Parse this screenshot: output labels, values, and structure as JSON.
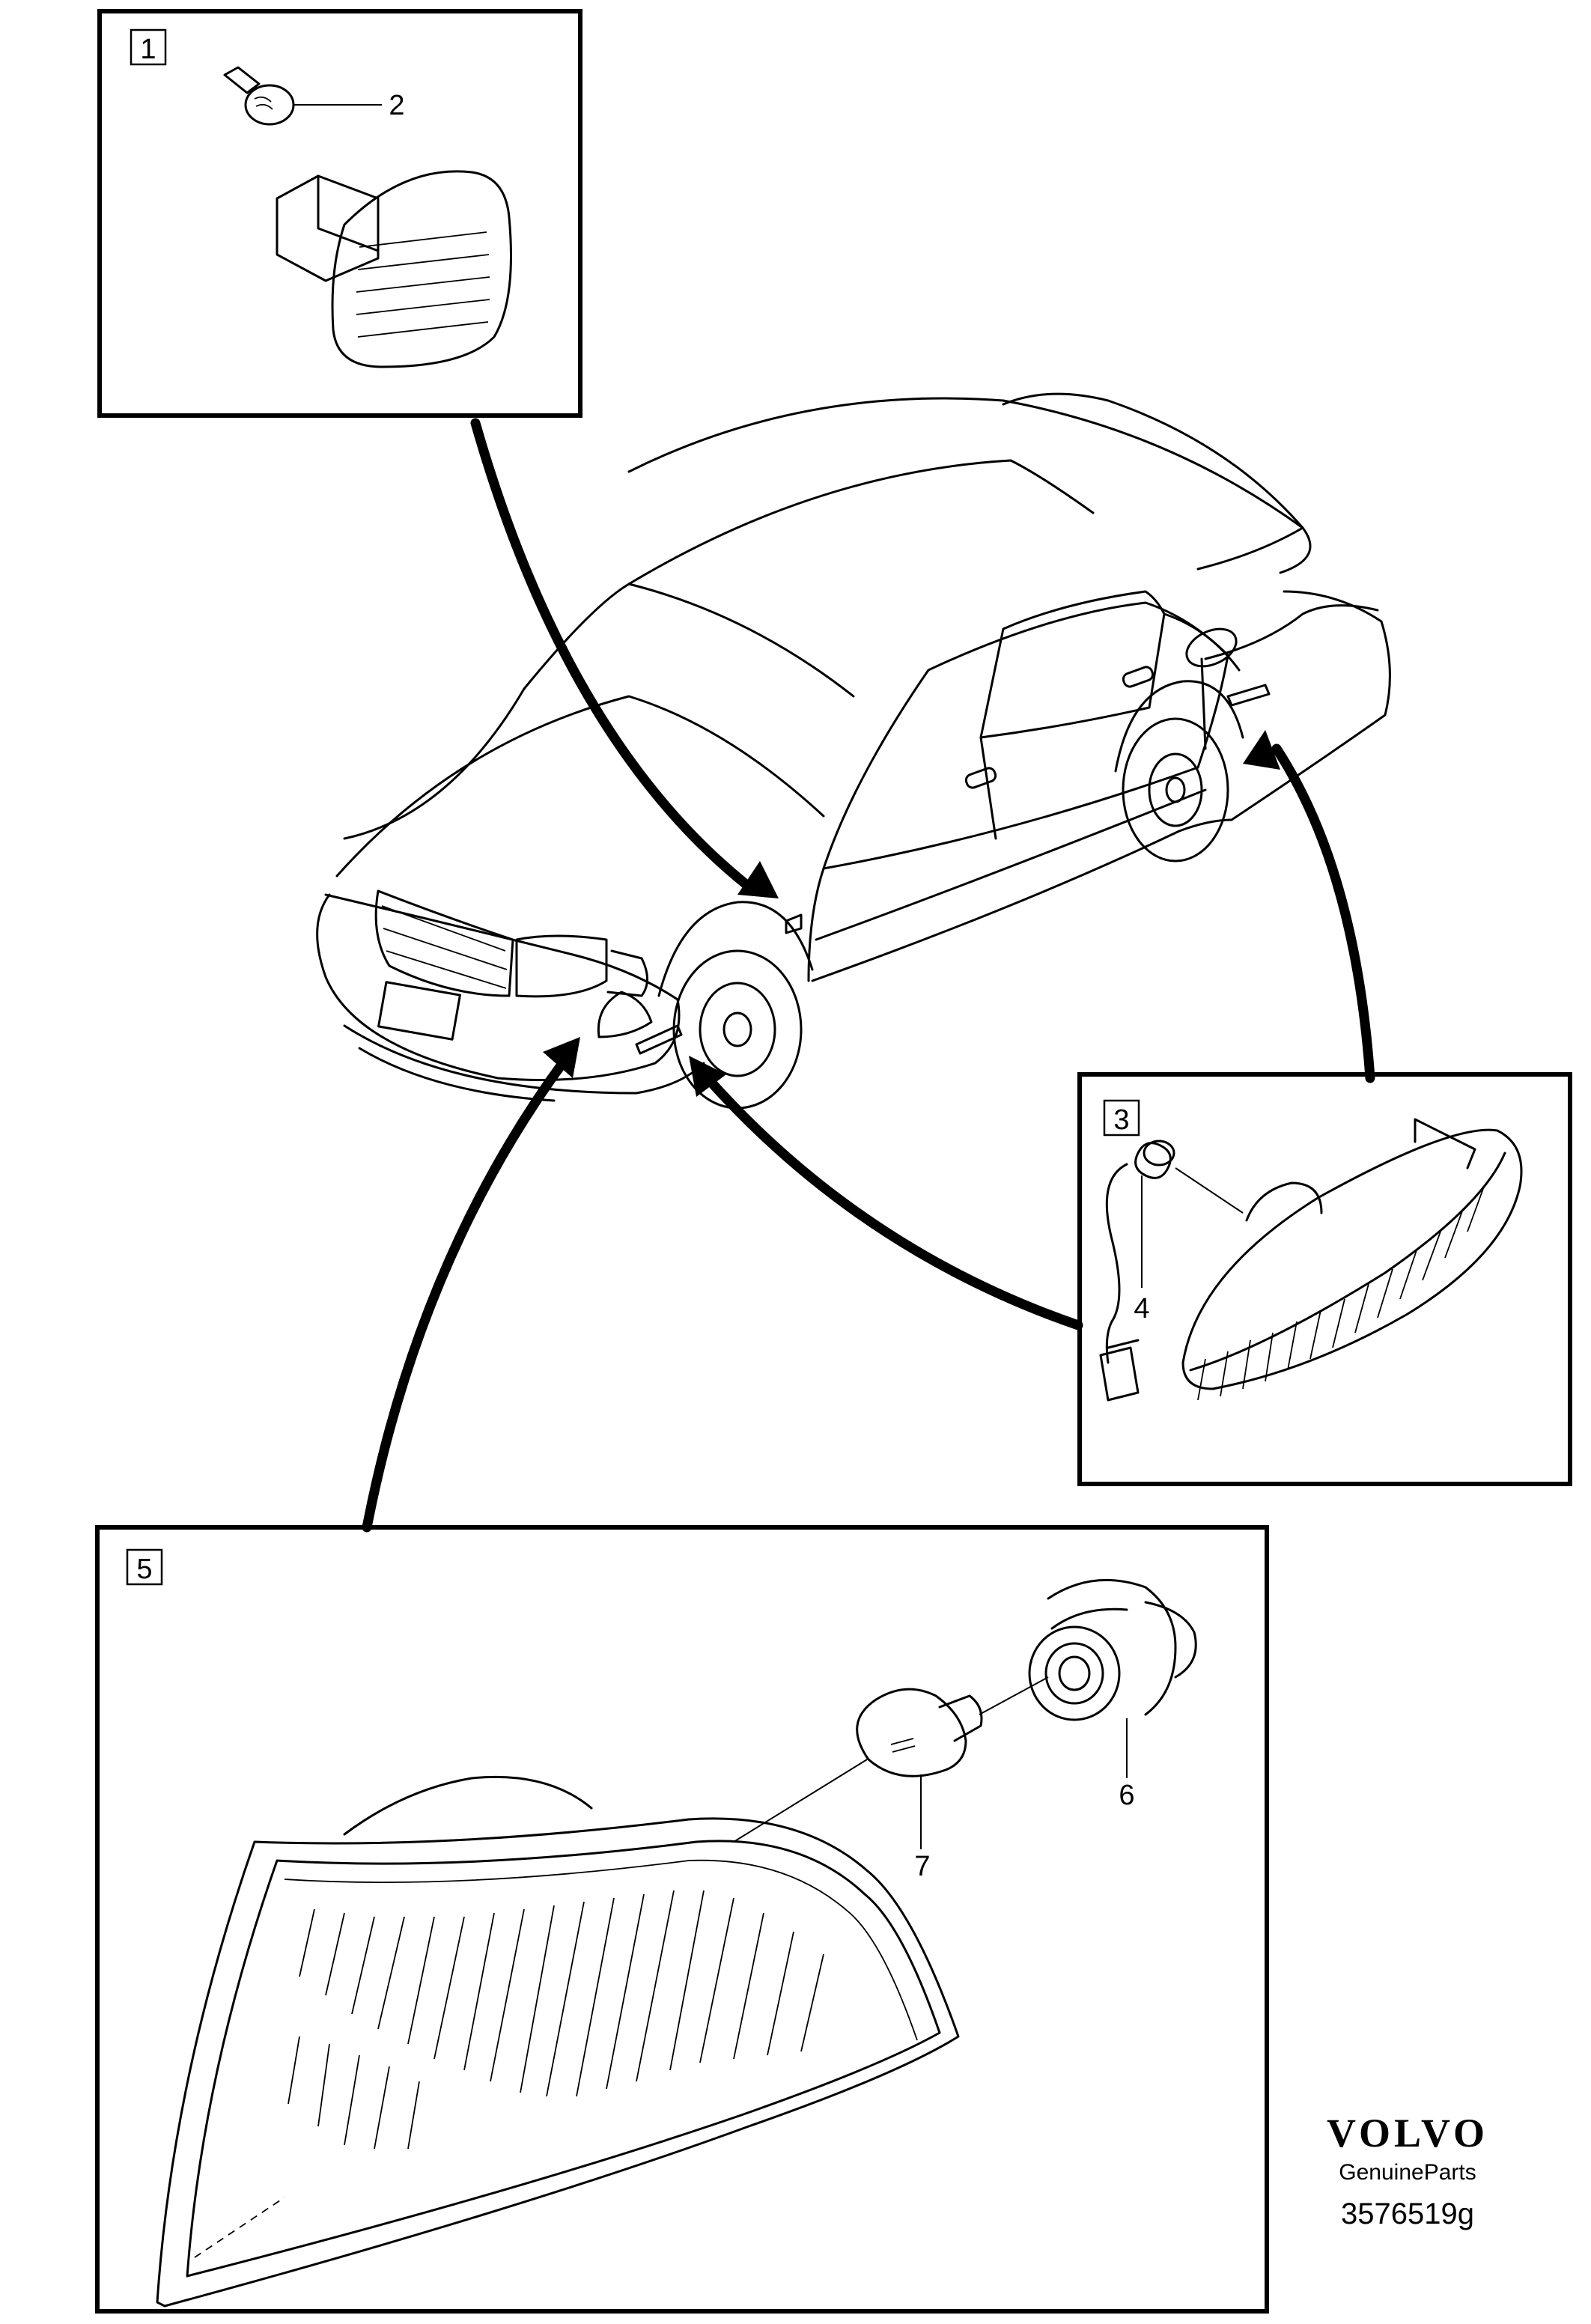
{
  "callouts": {
    "box1": "1",
    "part2": "2",
    "box3": "3",
    "part4": "4",
    "box5": "5",
    "part6": "6",
    "part7": "7"
  },
  "brand": {
    "logo": "VOLVO",
    "subtitle": "GenuineParts"
  },
  "drawing_number": "3576519g"
}
